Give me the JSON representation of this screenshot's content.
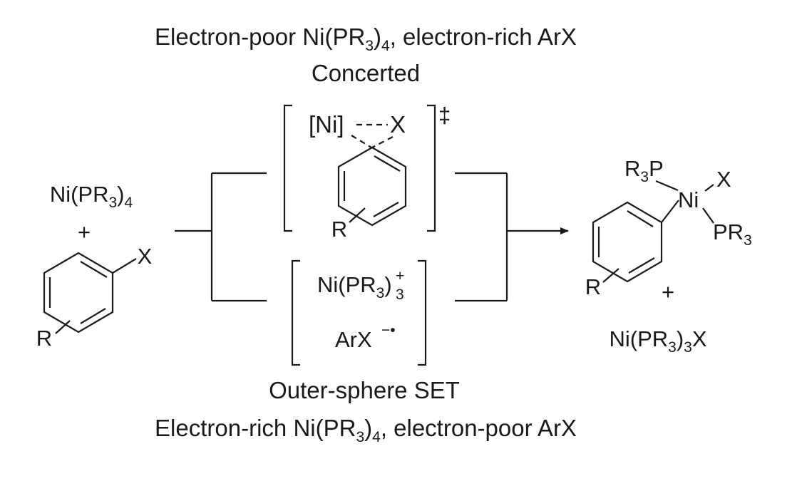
{
  "titles": {
    "top_prefix": "Electron-poor Ni(PR",
    "top_sub": "3",
    "top_mid": ")",
    "top_sub2": "4",
    "top_suffix": ", electron-rich ArX",
    "concerted": "Concerted",
    "outer_sphere": "Outer-sphere SET",
    "bottom_prefix": "Electron-rich Ni(PR",
    "bottom_sub": "3",
    "bottom_mid": ")",
    "bottom_sub2": "4",
    "bottom_suffix": ", electron-poor ArX"
  },
  "reactants": {
    "catalyst_prefix": "Ni(PR",
    "catalyst_sub": "3",
    "catalyst_mid": ")",
    "catalyst_sub2": "4",
    "plus": "+",
    "halide": "X",
    "substituent": "R"
  },
  "transition_state": {
    "metal": "[Ni]",
    "halide": "X",
    "substituent": "R",
    "dagger": "‡"
  },
  "set_intermediate": {
    "cation_prefix": "Ni(PR",
    "cation_sub": "3",
    "cation_mid": ")",
    "cation_charge": "+",
    "cation_sub2": "3",
    "anion_prefix": "ArX",
    "anion_charge": "−•"
  },
  "product": {
    "phosphine_top_prefix": "R",
    "phosphine_top_sub": "3",
    "phosphine_top_suffix": "P",
    "metal": "Ni",
    "halide": "X",
    "phosphine_right_prefix": "PR",
    "phosphine_right_sub": "3",
    "substituent": "R",
    "plus": "+",
    "byproduct_prefix": "Ni(PR",
    "byproduct_sub": "3",
    "byproduct_mid": ")",
    "byproduct_sub2": "3",
    "byproduct_suffix": "X"
  },
  "colors": {
    "ink": "#1a1a1a",
    "background": "#ffffff"
  }
}
